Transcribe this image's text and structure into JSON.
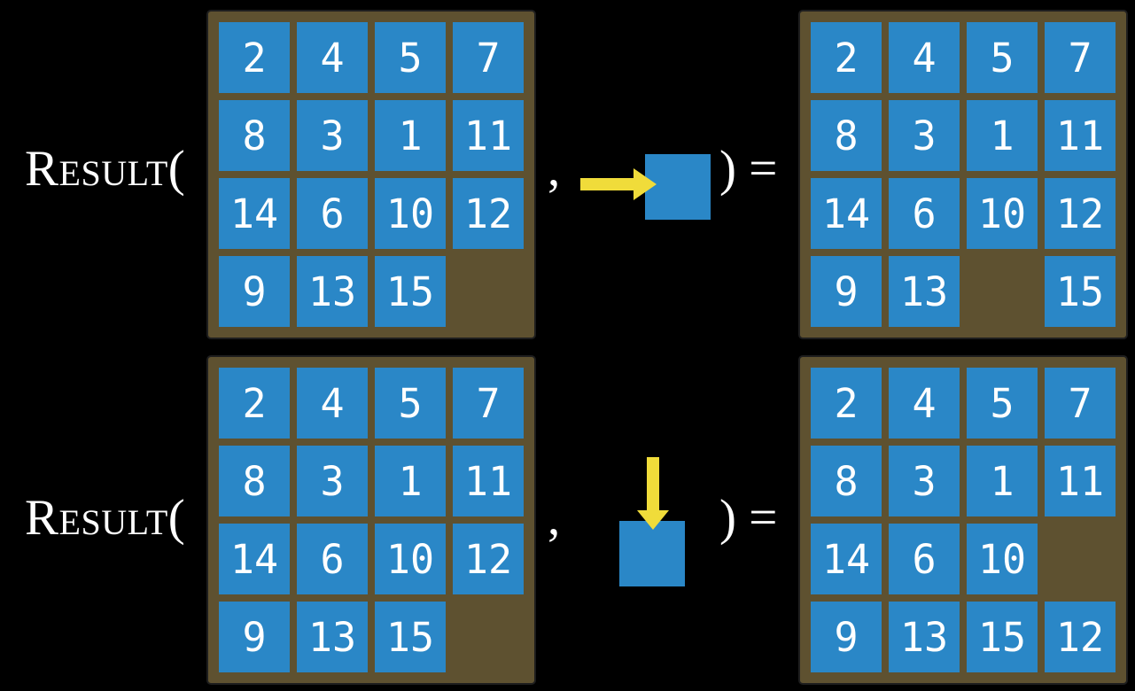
{
  "colors": {
    "background": "#000000",
    "board": "#5e5130",
    "board_border": "#1e1e1e",
    "tile": "#2a87c7",
    "tile_text": "#ffffff",
    "arrow": "#f0dc3a",
    "text": "#ffffff"
  },
  "rows": [
    {
      "function_label": "Result(",
      "comma": ",",
      "action": {
        "direction": "right",
        "icon": "right-arrow-icon"
      },
      "close_label": ") =",
      "before_grid": [
        [
          2,
          4,
          5,
          7
        ],
        [
          8,
          3,
          1,
          11
        ],
        [
          14,
          6,
          10,
          12
        ],
        [
          9,
          13,
          15,
          null
        ]
      ],
      "after_grid": [
        [
          2,
          4,
          5,
          7
        ],
        [
          8,
          3,
          1,
          11
        ],
        [
          14,
          6,
          10,
          12
        ],
        [
          9,
          13,
          null,
          15
        ]
      ]
    },
    {
      "function_label": "Result(",
      "comma": ",",
      "action": {
        "direction": "down",
        "icon": "down-arrow-icon"
      },
      "close_label": ") =",
      "before_grid": [
        [
          2,
          4,
          5,
          7
        ],
        [
          8,
          3,
          1,
          11
        ],
        [
          14,
          6,
          10,
          12
        ],
        [
          9,
          13,
          15,
          null
        ]
      ],
      "after_grid": [
        [
          2,
          4,
          5,
          7
        ],
        [
          8,
          3,
          1,
          11
        ],
        [
          14,
          6,
          10,
          null
        ],
        [
          9,
          13,
          15,
          12
        ]
      ]
    }
  ]
}
